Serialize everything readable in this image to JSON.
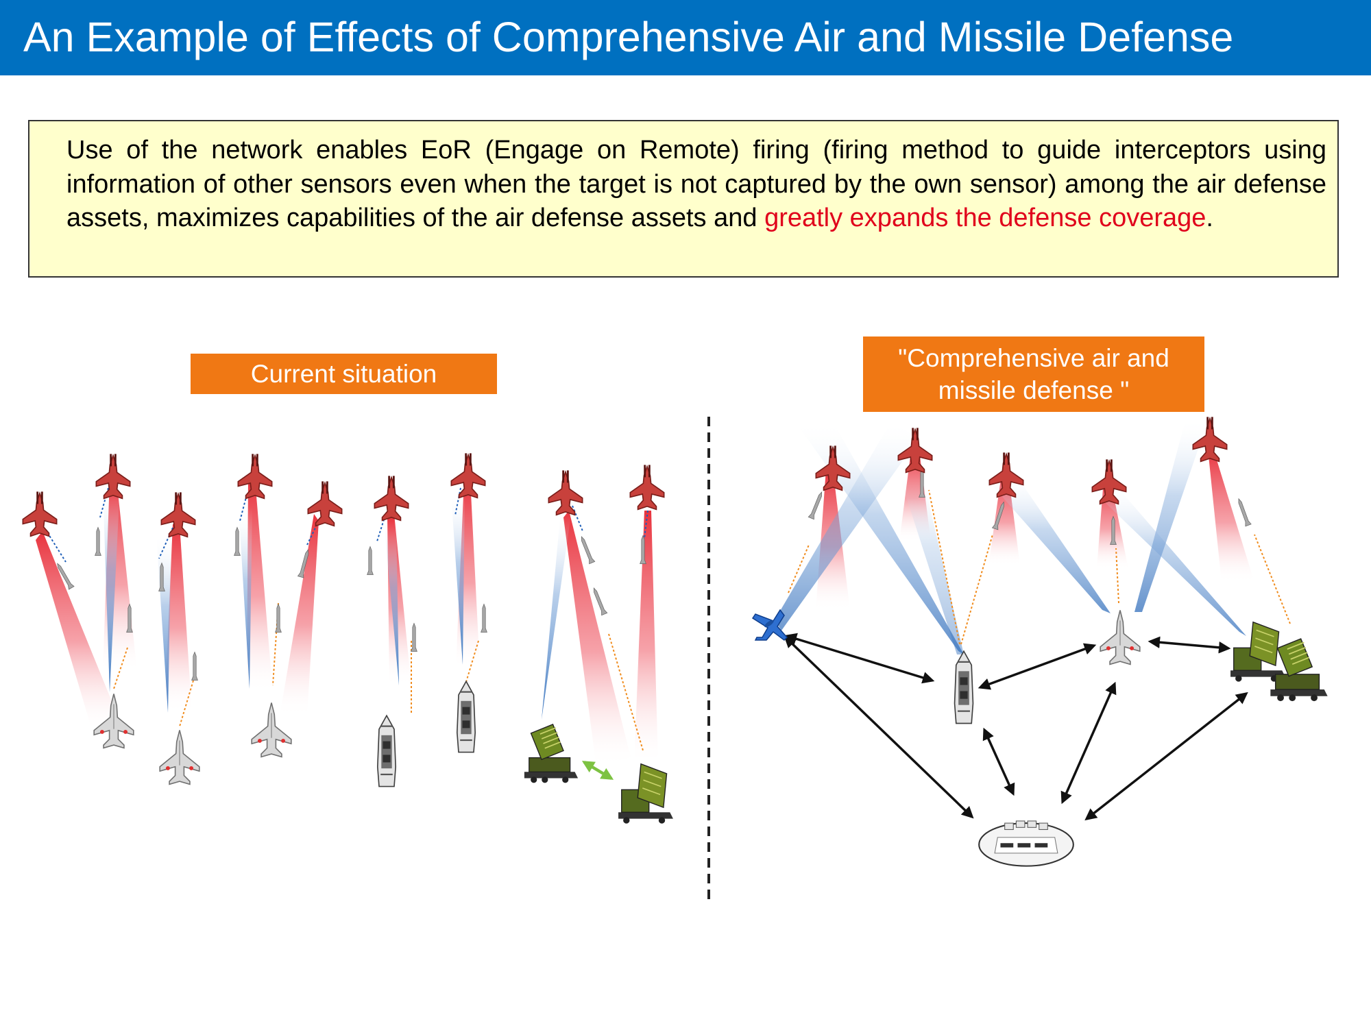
{
  "title": "An Example of Effects of Comprehensive Air and Missile Defense",
  "info": {
    "text_before": "Use of the network enables EoR (Engage on Remote) firing (firing method to guide interceptors using information of other sensors even when the target is not captured by the own sensor) among the air defense assets, maximizes capabilities of the air defense assets and ",
    "text_highlight": "greatly expands the defense coverage",
    "text_after": "."
  },
  "labels": {
    "current": "Current situation",
    "comprehensive_line1": "\"Comprehensive air and",
    "comprehensive_line2": "missile defense \""
  },
  "colors": {
    "title_bar": "#0070C0",
    "info_bg": "#FFFFCC",
    "highlight_text": "#E0001B",
    "label_bg": "#F07814",
    "enemy_aircraft": "#C8413C",
    "radar_red": "#E8323C",
    "radar_blue": "#4F86C6",
    "datalink_current": "#7DC242",
    "datalink_network": "#111111",
    "guidance_line": "#F08C1E"
  },
  "icons": [
    "enemy-aircraft-icon",
    "interceptor-missile-icon",
    "fighter-jet-icon",
    "aegis-destroyer-icon",
    "patriot-launcher-icon",
    "radar-unit-icon",
    "awacs-icon",
    "command-center-icon"
  ]
}
